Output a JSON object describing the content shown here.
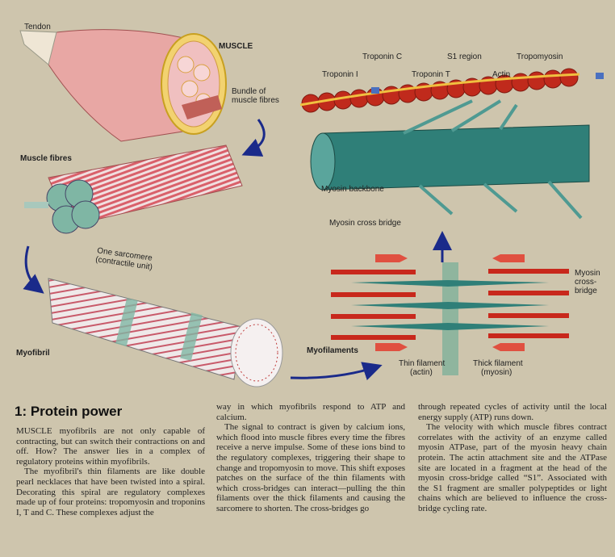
{
  "labels": {
    "tendon": "Tendon",
    "muscle": "MUSCLE",
    "bundle": [
      "Bundle of",
      "muscle fibres"
    ],
    "muscle_fibres": "Muscle fibres",
    "sarcomere": [
      "One sarcomere",
      "(contractile unit)"
    ],
    "myofibril": "Myofibril",
    "myofilaments": "Myofilaments",
    "troponin_c": "Troponin C",
    "s1_region": "S1 region",
    "tropomyosin": "Tropomyosin",
    "troponin_i": "Troponin I",
    "troponin_t": "Troponin T",
    "actin": "Actin",
    "myosin_backbone": "Myosin backbone",
    "myosin_cross_bridge": "Myosin cross bridge",
    "myosin_cross_bridge_2": [
      "Myosin",
      "cross-",
      "bridge"
    ],
    "thin_filament": [
      "Thin filament",
      "(actin)"
    ],
    "thick_filament": [
      "Thick filament",
      "(myosin)"
    ]
  },
  "article": {
    "title": "1: Protein power",
    "columns": [
      [
        "MUSCLE myofibrils are not only capable of contracting, but can switch their contractions on and off. How? The answer lies in a complex of regulatory proteins within myofibrils.",
        "The myofibril's thin filaments are like double pearl necklaces that have been twisted into a spiral. Decorating this spiral are regulatory complexes made up of four proteins: tropomyosin and troponins I, T and C. These complexes adjust the"
      ],
      [
        "way in which myofibrils respond to ATP and calcium.",
        "The signal to contract is given by calcium ions, which flood into muscle fibres every time the fibres receive a nerve impulse. Some of these ions bind to the regulatory complexes, triggering their shape to change and tropomyosin to move. This shift exposes patches on the surface of the thin filaments with which cross-bridges can interact—pulling the thin filaments over the thick filaments and causing the sarcomere to shorten. The cross-bridges go"
      ],
      [
        "through repeated cycles of activity until the local energy supply (ATP) runs down.",
        "The velocity with which muscle fibres contract correlates with the activity of an enzyme called myosin ATPase, part of the myosin heavy chain protein. The actin attachment site and the ATPase site are located in a fragment at the head of the myosin cross-bridge called “S1”. Associated with the S1 fragment are smaller polypeptides or light chains which are believed to influence the cross-bridge cycling rate."
      ]
    ]
  },
  "colors": {
    "background": "#cec5ad",
    "muscle_pink": "#e79a9a",
    "actin_red": "#c0301e",
    "myosin_teal": "#2f7f78",
    "arrow_blue": "#1a2a8a"
  }
}
